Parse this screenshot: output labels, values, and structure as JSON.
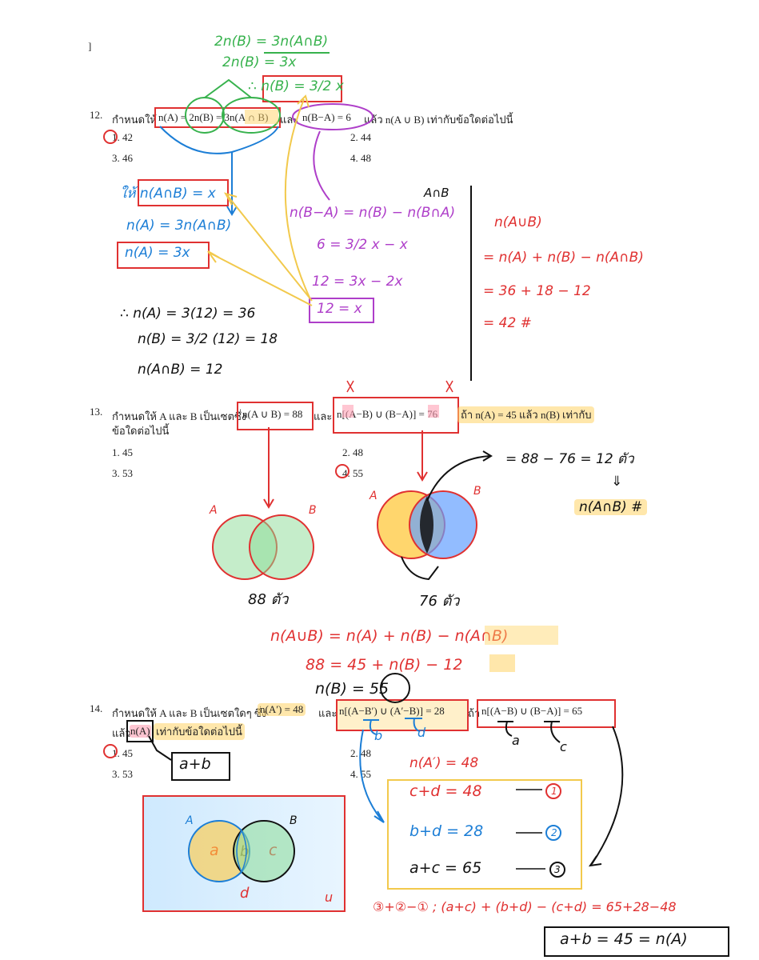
{
  "page_mark": "]",
  "q12": {
    "number": "12.",
    "stem_prefix": "กำหนดให้",
    "n_a": "n(A) = 2n(B) = 3n(A ∩ B)",
    "and_word": "และ",
    "n_bma": "n(B−A) = 6",
    "stem_suffix": "แล้ว n(A ∪ B) เท่ากับข้อใดต่อไปนี้",
    "choices": [
      "1. 42",
      "2. 44",
      "3. 46",
      "4. 48"
    ],
    "note_green": [
      "2n(B) = 3n(A∩B)",
      "2n(B) = 3x",
      "∴ n(B) = 3/2 x"
    ],
    "note_blue": [
      "ให้ n(A∩B) = x",
      "n(A) = 3n(A∩B)",
      "n(A) = 3x"
    ],
    "note_purple_label": "A∩B",
    "note_purple": [
      "n(B−A) = n(B) − n(B∩A)",
      "6 = 3/2 x − x",
      "12 = 3x − 2x",
      "12 = x"
    ],
    "note_black": [
      "∴ n(A) = 3(12) = 36",
      "n(B) = 3/2 (12) = 18",
      "n(A∩B) = 12"
    ],
    "note_red": [
      "n(A∪B)",
      "= n(A) + n(B) − n(A∩B)",
      "= 36 + 18 − 12",
      "= 42 #"
    ]
  },
  "q13": {
    "number": "13.",
    "stem_prefix": "กำหนดให้ A และ B เป็นเซตซึ่ง",
    "n_union": "n(A ∪ B) = 88",
    "and_word": "และ",
    "n_sym": "n[(A−B) ∪ (B−A)] = 76",
    "stem_suffix": "ถ้า n(A) = 45 แล้ว n(B) เท่ากับ",
    "stem_line2": "ข้อใดต่อไปนี้",
    "choices": [
      "1. 45",
      "2. 48",
      "3. 53",
      "4. 55"
    ],
    "venn1": {
      "label_a": "A",
      "label_b": "B",
      "caption": "88 ตัว"
    },
    "venn2": {
      "label_a": "A",
      "label_b": "B",
      "caption": "76 ตัว"
    },
    "calc": [
      "= 88 − 76 = 12 ตัว",
      "⇓",
      "n(A∩B) #"
    ],
    "eq": [
      "n(A∪B) = n(A) + n(B) − n(A∩B)",
      "88 = 45 + n(B) − 12",
      "n(B) = 55"
    ]
  },
  "q14": {
    "number": "14.",
    "stem_prefix": "กำหนดให้ A และ B เป็นเซตใดๆ ซึ่ง",
    "n_acomp": "n(A′) = 48",
    "and_word": "และ",
    "n_expr1": "n[(A−B′) ∪ (A′−B)] = 28",
    "if_word": "ถ้า",
    "n_expr2": "n[(A−B) ∪ (B−A)] = 65",
    "line2_prefix": "แล้ว",
    "line2_na": "n(A)",
    "line2_suffix": "เท่ากับข้อใดต่อไปนี้",
    "choices": [
      "1. 45",
      "2. 48",
      "3. 53",
      "4. 55"
    ],
    "under_labels": [
      "b",
      "d",
      "a",
      "c"
    ],
    "apb": "a+b",
    "venn": {
      "label_a": "A",
      "label_b": "B",
      "a": "a",
      "b": "b",
      "c": "c",
      "d": "d",
      "u": "u"
    },
    "system": [
      "n(A′) = 48",
      "c+d = 48",
      "b+d = 28",
      "a+c = 65"
    ],
    "system_refs": [
      "1",
      "2",
      "3"
    ],
    "combine": "③+②−① ; (a+c) + (b+d) − (c+d) = 65+28−48",
    "answer": "a+b = 45 = n(A)"
  },
  "colors": {
    "red": "#e03131",
    "green": "#37b24d",
    "blue": "#1c7ed6",
    "purple": "#ae3ec9",
    "yellow": "#f2c94c"
  }
}
